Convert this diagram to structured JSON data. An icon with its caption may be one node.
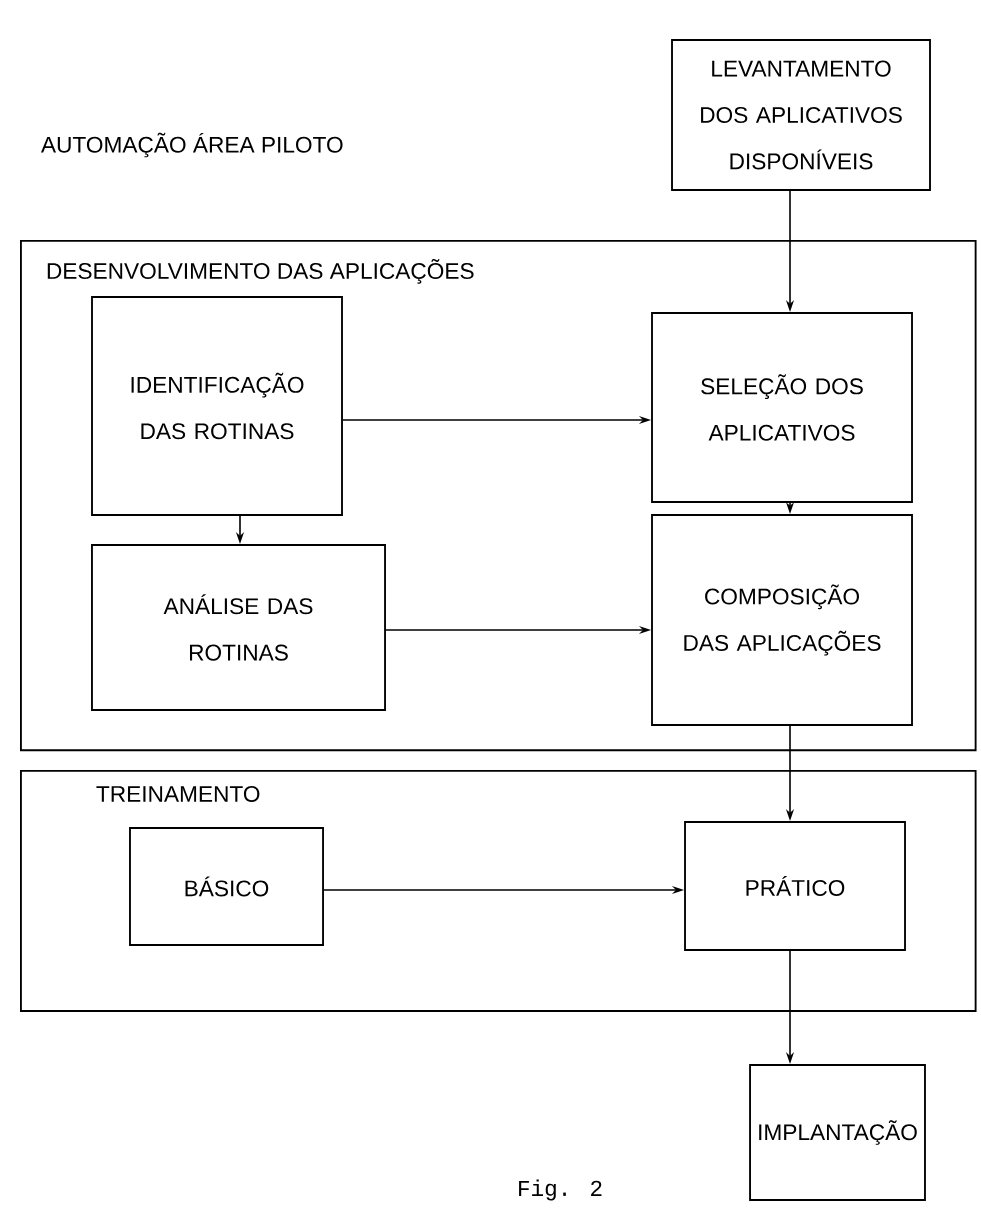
{
  "diagram": {
    "caption": "Fig. 2",
    "nodes": [
      {
        "text": [
          "LEVANTAMENTO DOS APLICATIVOS DISPONÍVEIS"
        ]
      },
      {
        "text": [
          "DESENVOLVIMENTO DAS APLICAÇÕES"
        ]
      },
      {
        "text": [
          "IDENTIFICAÇÃO DAS ROTINAS"
        ],
        "in": 1
      },
      {
        "text": [
          "SELEÇÃO DOS APLICATIVOS"
        ],
        "in": 1
      },
      {
        "text": [
          "ANÁLISE DAS ROTINAS"
        ],
        "in": 1
      },
      {
        "text": [
          "COMPOSIÇÃO DAS APLICAÇÕES"
        ],
        "in": 1
      },
      {
        "text": [
          "TREINAMENTO"
        ]
      },
      {
        "text": [
          "BÁSICO"
        ],
        "in": 6
      },
      {
        "text": [
          "PRÁTICO"
        ],
        "in": 6
      },
      {
        "text": [
          "IMPLANTAÇÃO"
        ]
      }
    ],
    "edges": [
      {
        "from": 0,
        "to": 3,
        "arrow": "to"
      },
      {
        "from": 2,
        "to": 3,
        "arrow": "to"
      },
      {
        "from": 2,
        "to": 4,
        "arrow": "to"
      },
      {
        "from": 4,
        "to": 5,
        "arrow": "to"
      },
      {
        "from": 3,
        "to": 5,
        "arrow": "to"
      },
      {
        "from": 5,
        "to": 8,
        "arrow": "to"
      },
      {
        "from": 7,
        "to": 8,
        "arrow": "to"
      },
      {
        "from": 8,
        "to": 9,
        "arrow": "to"
      }
    ],
    "labels": [
      "AUTOMAÇÃO ÁREA PILOTO"
    ]
  }
}
